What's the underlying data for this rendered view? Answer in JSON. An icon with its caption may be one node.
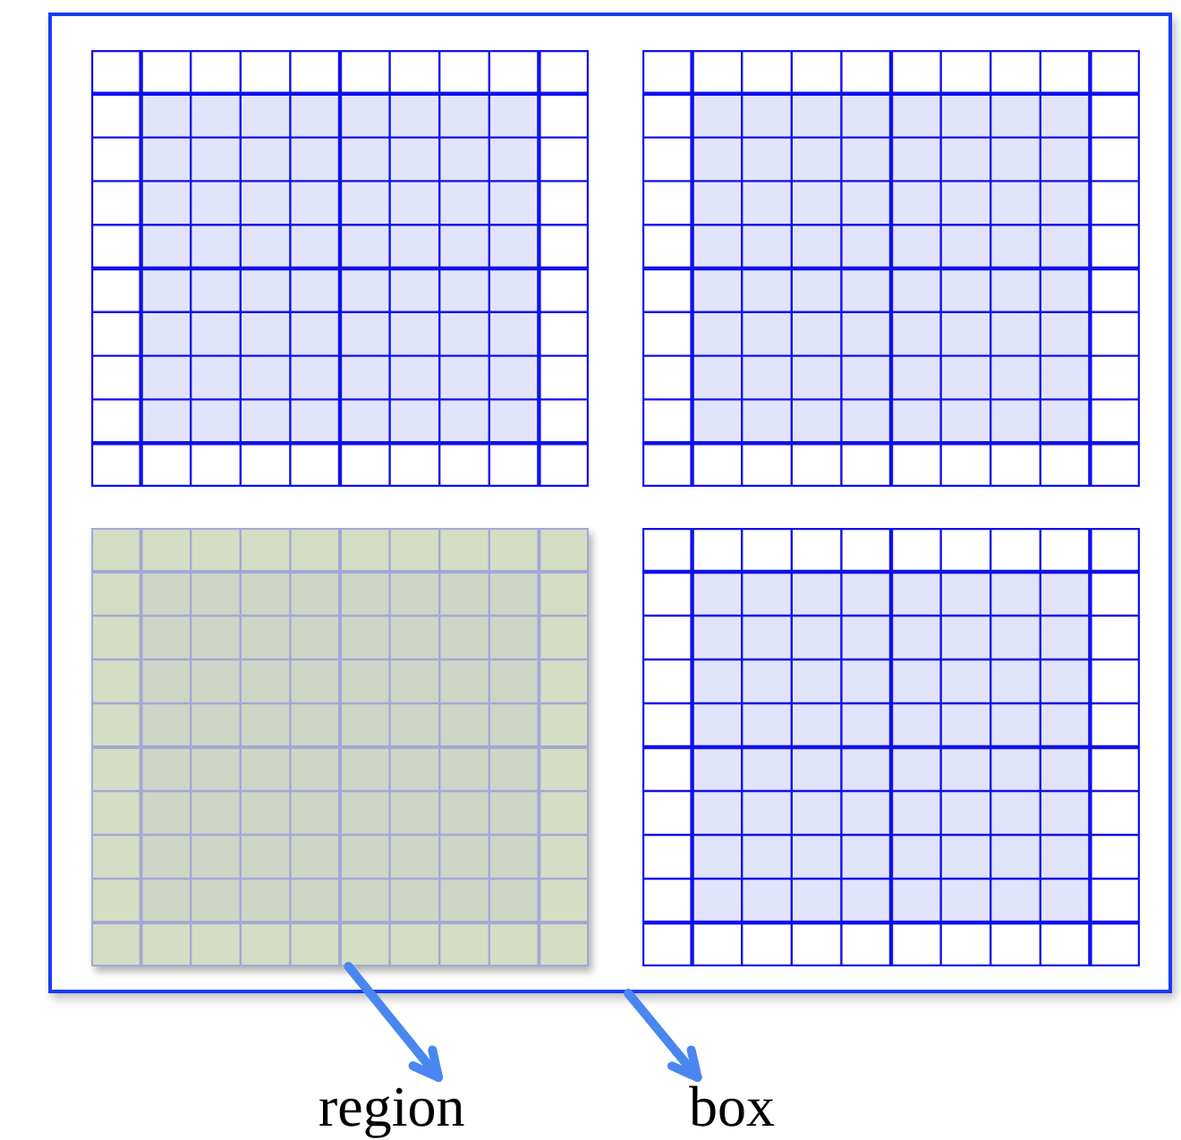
{
  "diagram": {
    "nodes": [
      {
        "text": [],
        "shape": "box"
      },
      {
        "text": [],
        "shape": "grid",
        "in": 0
      },
      {
        "text": [],
        "shape": "grid",
        "in": 0
      },
      {
        "text": [],
        "shape": "grid",
        "in": 0
      },
      {
        "text": [],
        "shape": "grid",
        "in": 0
      },
      {
        "text": [
          "region"
        ]
      },
      {
        "text": [
          "box"
        ]
      }
    ],
    "edges": [
      {
        "from": 3,
        "to": 5,
        "arrow": "to"
      },
      {
        "from": 0,
        "to": 6,
        "arrow": "to"
      }
    ]
  }
}
